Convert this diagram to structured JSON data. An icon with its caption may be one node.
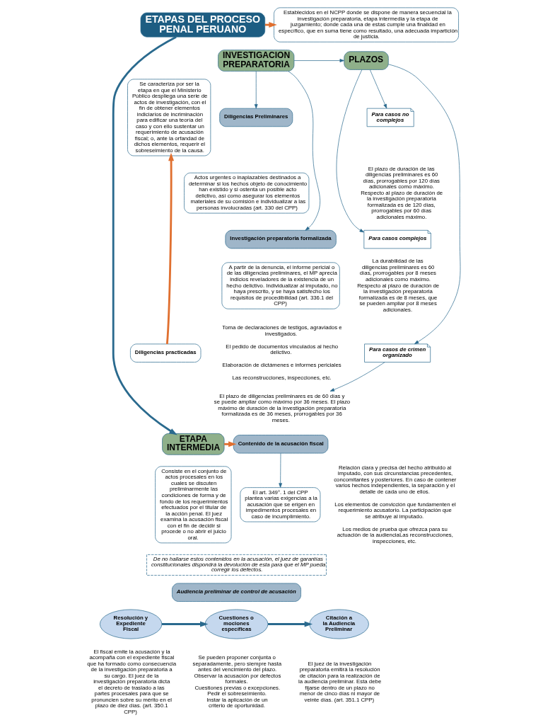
{
  "diagram": {
    "nodes": [
      {
        "text": [
          "ETAPAS DEL PROCESO PENAL PERUANO"
        ]
      },
      {
        "text": [
          "Establecidos en el NCPP donde se dispone de manera secuencial la investigación preparatoria, etapa intermedia y la etapa de juzgamiento; donde cada una de estas cumple una finalidad en específico, que en suma tiene como resultado, una adecuada impartición de justicia."
        ]
      },
      {
        "text": [
          "INVESTIGACION PREPARATORIA"
        ]
      },
      {
        "text": [
          "Diligencias Preliminares"
        ]
      },
      {
        "text": [
          "Actos urgentes o inaplazables destinados a determinar si los hechos objeto de conocimiento han existido y si ostenta un posible acto delictivo, así como asegurar los elementos materiales de su comisión e individualizar a las personas involucradas (art. 330 del CPP)"
        ]
      },
      {
        "text": [
          "Investigación preparatoria formalizada"
        ]
      },
      {
        "text": [
          "A partir de la denuncia, el informe pericial o de las diligencias preliminares, el MP aprecia indicios reveladores de la existencia de un hecho delictivo. Individualizar al imputado, no haya prescrito, y se haya satisfecho los requisitos de procedibilidad (art. 336.1 del CPP)"
        ]
      },
      {
        "text": [
          "Se caracteriza por ser la etapa en que el Ministerio Público despliega una serie de actos de investigación, con el fin de obtener elementos indiciarios de incriminación para edificar una teoría del caso y con ello sustentar un requerimiento de acusación fiscal; o, ante la orfandad de dichos elementos, requerir el sobreseimiento de la causa."
        ]
      },
      {
        "text": [
          "Diligencias practicadas"
        ]
      },
      {
        "text": [
          "Toma de declaraciones de testigos, agraviados e investigados.",
          "El pedido de documentos vinculados al hecho delictivo.",
          "Elaboración de dictámenes e informes periciales",
          "Las reconstrucciones, inspecciones, etc."
        ]
      },
      {
        "text": [
          "PLAZOS"
        ]
      },
      {
        "text": [
          "Para casos no complejos"
        ]
      },
      {
        "text": [
          "El plazo de duración de las diligencias preliminares es 60 días, prorrogables por 120 días adicionales como máximo. Respecto al plazo de duración de la investigación preparatoria formalizada es de 120 días, prorrogables por 60 días adicionales máximo."
        ]
      },
      {
        "text": [
          "Para casos complejos"
        ]
      },
      {
        "text": [
          "La durabilidad de las diligencias preliminares es 60 días, prorrogables por 8 meses adicionales como máximo. Respecto al plazo de duración de la investigación preparatoria formalizada es de 8 meses, que se pueden ampliar por 8 meses adicionales."
        ]
      },
      {
        "text": [
          "Para casos de crimen organizado"
        ]
      },
      {
        "text": [
          "El plazo de diligencias preliminares es de 60 días y se puede ampliar como máximo por 36 meses. El plazo máximo de duración de la investigación preparatoria formalizada es de 36 meses, prorrogables por 36 meses."
        ]
      },
      {
        "text": [
          "ETAPA INTERMEDIA"
        ]
      },
      {
        "text": [
          "Contenido de la acusación fiscal"
        ]
      },
      {
        "text": [
          "El art. 349°. 1 del CPP plantea varias exigencias a la acusación que se erigen en impedimentos procesales en caso de incumplimiento."
        ]
      },
      {
        "text": [
          "Relación clara y precisa del hecho atribuido al imputado, con sus circunstancias precedentes, concomitantes y posteriores. En caso de contener varios hechos independientes, la separación y el detalle de cada uno de ellos.",
          "Los elementos de convicción que fundamenten el requerimiento acusatorio. La participación que se atribuye al imputado.",
          "Los medios de prueba que ofrezca para su actuación de la audienciaLas reconstrucciones, inspecciones, etc."
        ]
      },
      {
        "text": [
          "Consiste en el conjunto de actos procesales en los cuales se discuten preliminarmente las condiciones de forma y de fondo de los requerimientos efectuados por el titular de la acción penal. El juez examina la acusación fiscal con el fin de decidir si procede o no abrir el juicio oral."
        ]
      },
      {
        "text": [
          "De no hallarse estos contenidos en la acusación, el juez de garantías constitucionales dispondrá la devolución de esta para que el MP pueda corregir los defectos."
        ]
      },
      {
        "text": [
          "Audiencia preliminar de control de acusación"
        ]
      },
      {
        "text": [
          "Resolución y Expediente Fiscal"
        ],
        "beside": [
          "El fiscal emite la acusación y la acompaña con el expediente fiscal que ha formado como consecuencia de la investigación preparatoria a su cargo. El juez de la investigación preparatoria dicta el decreto de traslado a las partes procesales para que se pronuncien sobre su mérito en el plazo de diez días. (art. 350.1 CPP)"
        ]
      },
      {
        "text": [
          "Cuestiones o mociones específicas"
        ],
        "beside": [
          "Se pueden proponer conjunta o separadamente, pero siempre hasta antes del vencimiento del plazo.",
          "Observar la acusación por defectos formales.",
          "Cuestiones previas o excepciones.",
          "Pedir el sobreseimiento.",
          "Instar la aplicación de un criterio de oportunidad."
        ]
      },
      {
        "text": [
          "Citación a la Audiencia Preliminar"
        ],
        "beside": [
          "El juez de la investigación preparatoria emitirá la resolución de citación para la realización de la audiencia preliminar. Esta debe fijarse dentro de un plazo no menor de cinco días ni mayor de veinte días. (art. 351.1 CPP)"
        ]
      }
    ],
    "edges": [
      {
        "from": 0,
        "to": 1,
        "arrow": "to",
        "style": "thick",
        "color": "#e07030"
      },
      {
        "from": 0,
        "to": 17,
        "arrow": "to",
        "style": "thick",
        "color": "#2a6a8e"
      },
      {
        "from": 2,
        "to": 10,
        "arrow": "to"
      },
      {
        "from": 2,
        "to": 3,
        "arrow": "to"
      },
      {
        "from": 2,
        "to": 5,
        "arrow": "to"
      },
      {
        "from": 8,
        "to": 7,
        "arrow": "to",
        "style": "thick",
        "color": "#e07030"
      },
      {
        "from": 10,
        "to": 11,
        "arrow": "to"
      },
      {
        "from": 10,
        "to": 13,
        "arrow": "to"
      },
      {
        "from": 10,
        "to": 15,
        "arrow": "to"
      },
      {
        "from": 15,
        "to": 16,
        "arrow": "to"
      },
      {
        "from": 17,
        "to": 18,
        "arrow": "to",
        "style": "thick",
        "color": "#e07030"
      },
      {
        "from": 18,
        "to": 19,
        "arrow": "to"
      },
      {
        "from": 24,
        "to": 25,
        "arrow": "to",
        "style": "thick"
      },
      {
        "from": 25,
        "to": 26,
        "arrow": "to",
        "style": "thick"
      }
    ]
  }
}
